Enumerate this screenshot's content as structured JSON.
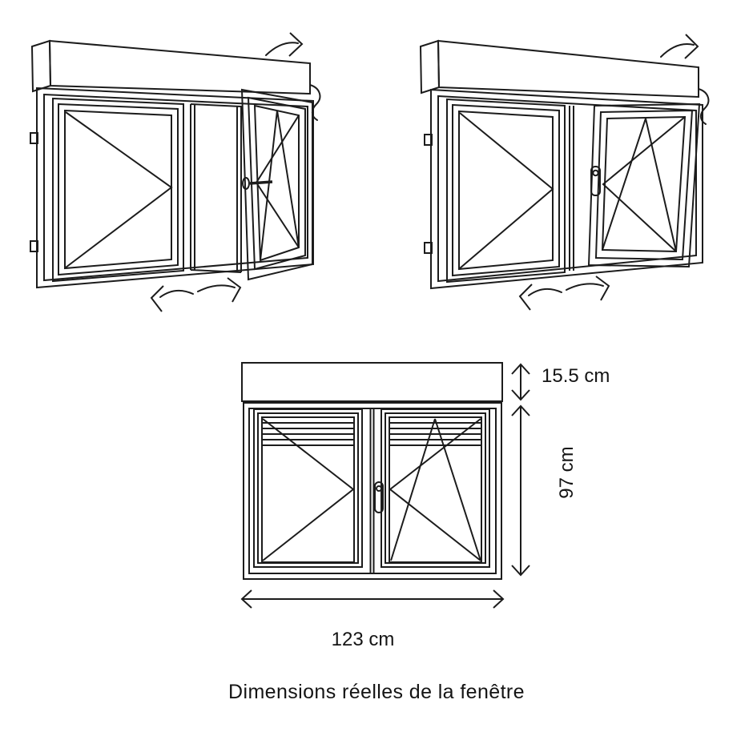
{
  "colors": {
    "background": "#ffffff",
    "line": "#1c1c1c",
    "text": "#141414"
  },
  "dimensions": {
    "shutter_height": "15.5 cm",
    "window_height": "97 cm",
    "window_width": "123 cm"
  },
  "caption": "Dimensions réelles de la fenêtre"
}
